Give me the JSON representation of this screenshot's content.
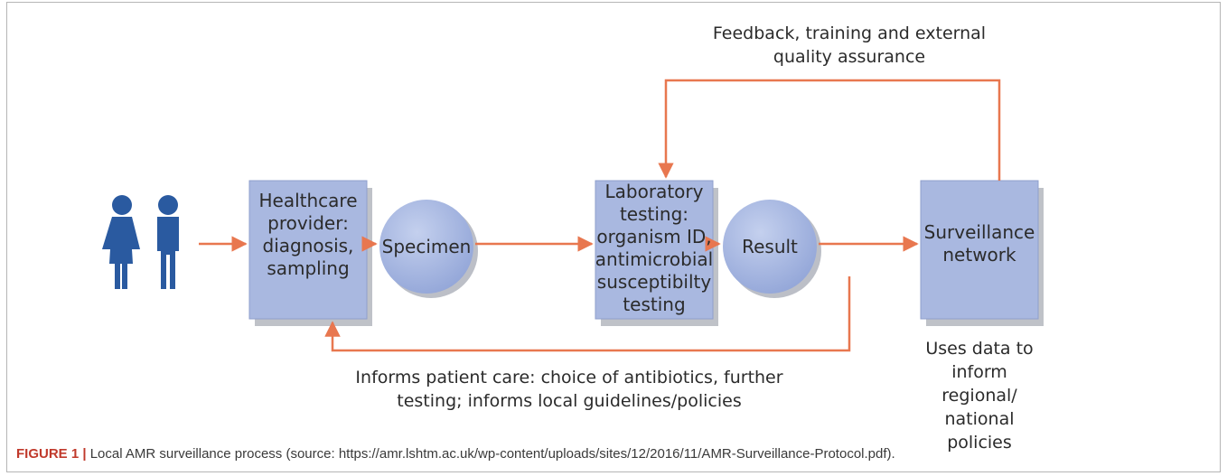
{
  "colors": {
    "arrow": "#e8774f",
    "box_fill": "#a9b8e0",
    "box_shadow": "#8a8f9a",
    "person": "#2a5aa0",
    "caption_label": "#c0392b"
  },
  "icons": {
    "people": "woman-and-man-icon"
  },
  "nodes": {
    "healthcare": "Healthcare\nprovider:\ndiagnosis,\nsampling",
    "specimen": "Specimen",
    "laboratory": "Laboratory\ntesting:\norganism ID,\nantimicrobial\nsusceptibilty\ntesting",
    "result": "Result",
    "surveillance": "Surveillance\nnetwork"
  },
  "annotations": {
    "feedback": "Feedback, training and external\nquality assurance",
    "informs": "Informs patient care: choice of antibiotics, further\ntesting; informs local guidelines/policies",
    "uses_data": "Uses data to\ninform regional/\nnational policies"
  },
  "caption": {
    "label": "FIGURE 1 |",
    "text": " Local AMR surveillance process (source: https://amr.lshtm.ac.uk/wp-content/uploads/sites/12/2016/11/AMR-Surveillance-Protocol.pdf)."
  }
}
